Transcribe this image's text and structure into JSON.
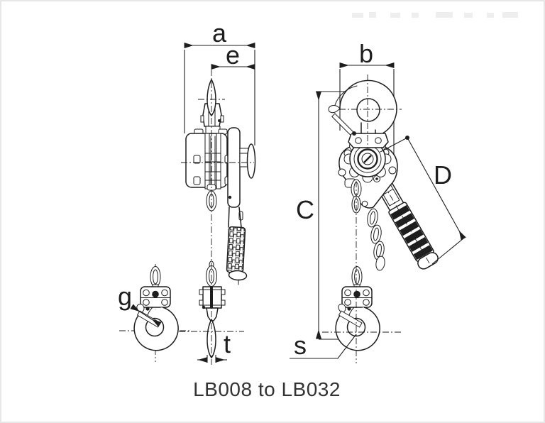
{
  "diagram": {
    "caption": "LB008 to LB032",
    "labels": {
      "a": "a",
      "e": "e",
      "b": "b",
      "C": "C",
      "D": "D",
      "g": "g",
      "t": "t",
      "s": "s"
    },
    "views": [
      {
        "id": "front-view",
        "dimension_labels": [
          "a",
          "e",
          "t"
        ]
      },
      {
        "id": "side-view",
        "dimension_labels": [
          "b",
          "C",
          "D",
          "s"
        ]
      },
      {
        "id": "bottom-hook-detail",
        "dimension_labels": [
          "g"
        ]
      }
    ],
    "colors": {
      "line": "#1e1e1e",
      "background": "#ffffff",
      "page_border": "#e7e7e7",
      "caption_text": "#333333"
    }
  }
}
